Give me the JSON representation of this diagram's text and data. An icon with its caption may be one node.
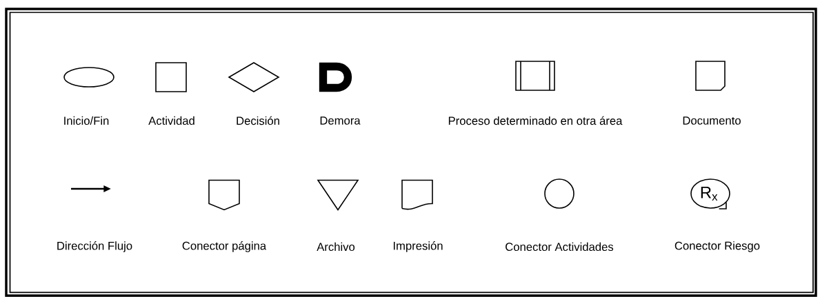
{
  "diagram": {
    "nodes": [
      {
        "text": [],
        "shape": "ellipse",
        "beside": [
          "Inicio/Fin"
        ]
      },
      {
        "text": [],
        "shape": "box",
        "beside": [
          "Actividad"
        ]
      },
      {
        "text": [],
        "shape": "diamond",
        "beside": [
          "Decisión"
        ]
      },
      {
        "text": [],
        "shape": "delay",
        "beside": [
          "Demora"
        ]
      },
      {
        "text": [],
        "shape": "subprocess",
        "beside": [
          "Proceso determinado en otra área"
        ]
      },
      {
        "text": [],
        "shape": "document",
        "beside": [
          "Documento"
        ]
      },
      {
        "text": [],
        "shape": "pentagon",
        "beside": [
          "Conector página"
        ]
      },
      {
        "text": [],
        "shape": "triangle",
        "beside": [
          "Archivo"
        ]
      },
      {
        "text": [],
        "shape": "printout",
        "beside": [
          "Impresión"
        ]
      },
      {
        "text": [],
        "shape": "circle",
        "beside": [
          "Conector Actividades"
        ]
      },
      {
        "text": [
          "R$_{x}$"
        ],
        "beside": [
          "Conector Riesgo"
        ]
      }
    ],
    "labels": [
      "Dirección Flujo"
    ]
  }
}
